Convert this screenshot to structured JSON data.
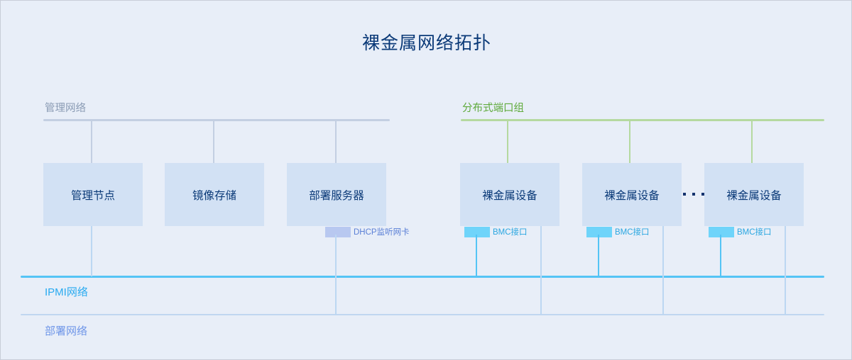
{
  "diagram": {
    "title": "裸金属网络拓扑",
    "background_color": "#e8eef8",
    "title_color": "#0b3a78"
  },
  "zones": {
    "management": {
      "label": "管理网络",
      "color": "#8b9cb5",
      "bus_color": "#c3cfe2"
    },
    "distributed_port_group": {
      "label": "分布式端口组",
      "color": "#5faa3c",
      "bus_color": "#b5d9a0"
    }
  },
  "nodes": {
    "management_node": {
      "label": "管理节点"
    },
    "image_storage": {
      "label": "镜像存储"
    },
    "deployment_server": {
      "label": "部署服务器"
    },
    "bare_metal_1": {
      "label": "裸金属设备"
    },
    "bare_metal_2": {
      "label": "裸金属设备"
    },
    "bare_metal_3": {
      "label": "裸金属设备"
    }
  },
  "badges": {
    "dhcp_nic": {
      "label": "DHCP监听网卡",
      "chip_color": "#b8c8f0",
      "text_color": "#5a7fd6"
    },
    "bmc_1": {
      "label": "BMC接口",
      "chip_color": "#6fd4fa",
      "text_color": "#2aa6e0"
    },
    "bmc_2": {
      "label": "BMC接口",
      "chip_color": "#6fd4fa",
      "text_color": "#2aa6e0"
    },
    "bmc_3": {
      "label": "BMC接口",
      "chip_color": "#6fd4fa",
      "text_color": "#2aa6e0"
    }
  },
  "networks": {
    "ipmi": {
      "label": "IPMI网络",
      "color": "#29aaf0",
      "bus_color": "#54c4f5"
    },
    "deploy": {
      "label": "部署网络",
      "color": "#6f96e8",
      "bus_color": "#c0d6f0"
    }
  },
  "ellipsis": {
    "dot_count": 3,
    "dot_color": "#15336e"
  }
}
